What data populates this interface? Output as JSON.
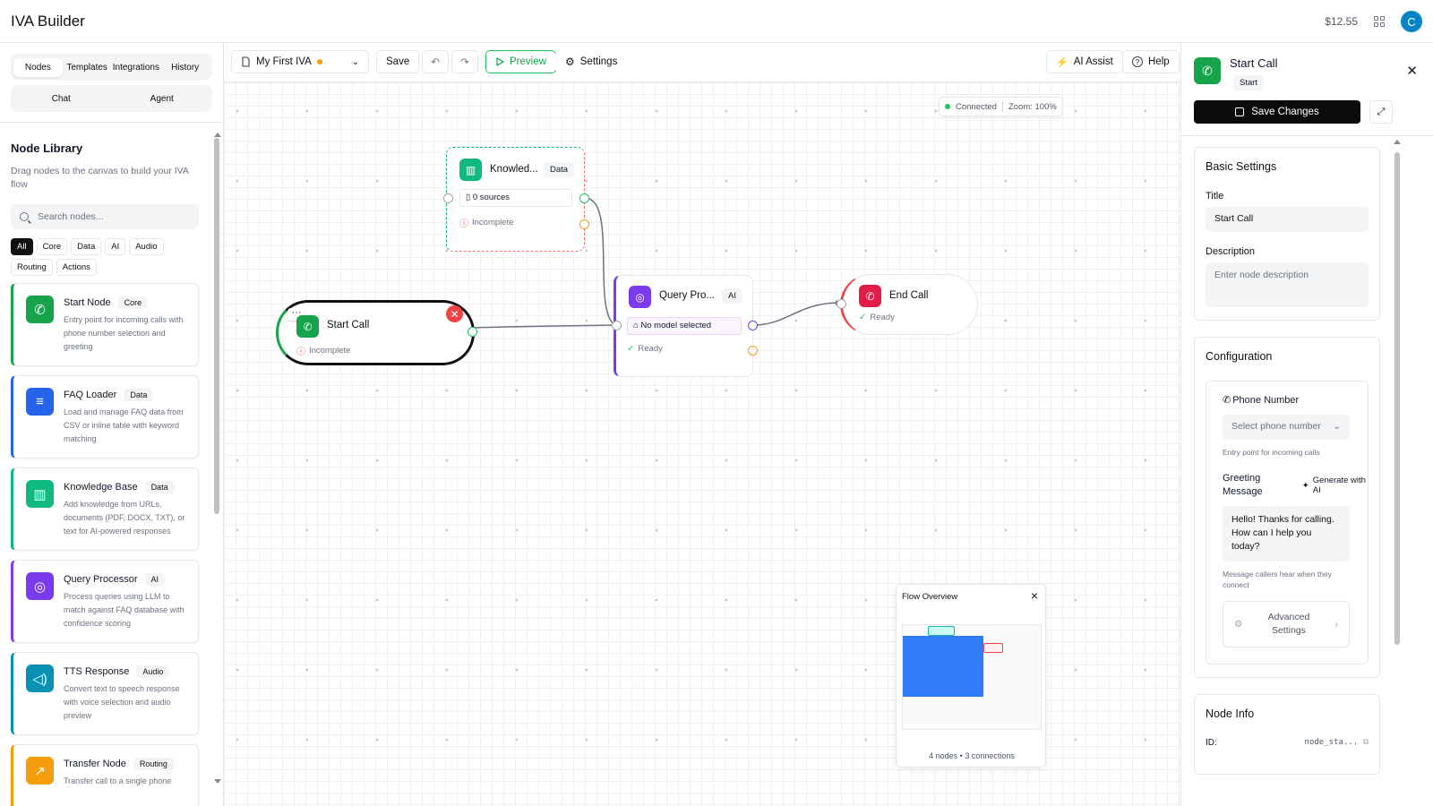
{
  "app": {
    "title": "IVA Builder",
    "balance": "$12.55",
    "avatar_initial": "C"
  },
  "sidebar": {
    "tabs": [
      "Nodes",
      "Templates",
      "Integrations",
      "History"
    ],
    "modes": [
      "Chat",
      "Agent"
    ],
    "library_title": "Node Library",
    "library_subtitle": "Drag nodes to the canvas to build your IVA flow",
    "search_placeholder": "Search nodes...",
    "filters": [
      "All",
      "Core",
      "Data",
      "AI",
      "Audio",
      "Routing",
      "Actions"
    ],
    "nodes": [
      {
        "name": "Start Node",
        "tag": "Core",
        "desc": "Entry point for incoming calls with phone number selection and greeting",
        "color": "#16a34a",
        "icon": "phone-icon"
      },
      {
        "name": "FAQ Loader",
        "tag": "Data",
        "desc": "Load and manage FAQ data from CSV or inline table with keyword matching",
        "color": "#2563eb",
        "icon": "database-icon"
      },
      {
        "name": "Knowledge Base",
        "tag": "Data",
        "desc": "Add knowledge from URLs, documents (PDF, DOCX, TXT), or text for AI-powered responses",
        "color": "#10b981",
        "icon": "book-icon"
      },
      {
        "name": "Query Processor",
        "tag": "AI",
        "desc": "Process queries using LLM to match against FAQ database with confidence scoring",
        "color": "#7c3aed",
        "icon": "brain-icon"
      },
      {
        "name": "TTS Response",
        "tag": "Audio",
        "desc": "Convert text to speech response with voice selection and audio preview",
        "color": "#0891b2",
        "icon": "speaker-icon"
      },
      {
        "name": "Transfer Node",
        "tag": "Routing",
        "desc": "Transfer call to a single phone",
        "color": "#f59e0b",
        "icon": "phone-forward-icon"
      }
    ]
  },
  "toolbar": {
    "flow_name": "My First IVA",
    "save": "Save",
    "preview": "Preview",
    "settings": "Settings",
    "ai_assist": "AI Assist",
    "help": "Help"
  },
  "canvas": {
    "status": "Connected",
    "zoom": "Zoom: 100%",
    "nodes": {
      "knowledge": {
        "title": "Knowled...",
        "tag": "Data",
        "sources": "0 sources",
        "status": "Incomplete"
      },
      "start": {
        "title": "Start Call",
        "status": "Incomplete"
      },
      "query": {
        "title": "Query Pro...",
        "tag": "AI",
        "model": "No model selected",
        "status": "Ready"
      },
      "end": {
        "title": "End Call",
        "status": "Ready"
      }
    },
    "overview": {
      "title": "Flow Overview",
      "footer": "4 nodes • 3 connections"
    }
  },
  "panel": {
    "title": "Start Call",
    "badge": "Start",
    "save_changes": "Save Changes",
    "basic_settings": "Basic Settings",
    "title_label": "Title",
    "title_value": "Start Call",
    "description_label": "Description",
    "description_placeholder": "Enter node description",
    "configuration": "Configuration",
    "phone_label": "Phone Number",
    "phone_placeholder": "Select phone number",
    "phone_hint": "Entry point for incoming calls",
    "greeting_label": "Greeting Message",
    "generate_ai": "Generate with AI",
    "greeting_value": "Hello! Thanks for calling. How can I help you today?",
    "greeting_hint": "Message callers hear when they connect",
    "advanced": "Advanced Settings",
    "node_info": "Node Info",
    "id_label": "ID:",
    "id_value": "node_sta..."
  }
}
